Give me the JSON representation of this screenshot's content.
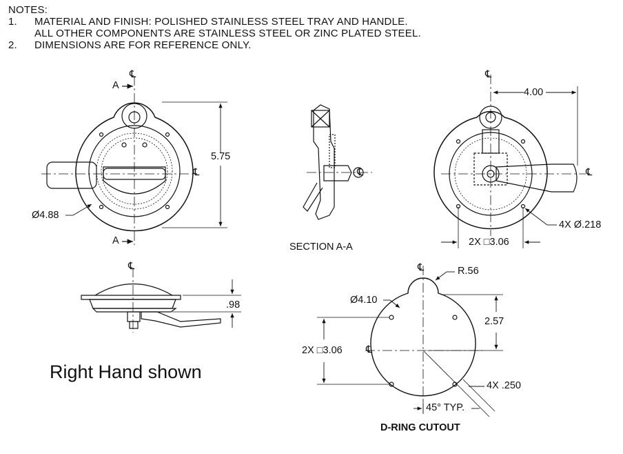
{
  "notes": {
    "header": "NOTES:",
    "items": [
      {
        "num": "1.",
        "lines": [
          "MATERIAL AND FINISH: POLISHED STAINLESS STEEL TRAY AND HANDLE.",
          "ALL OTHER COMPONENTS ARE STAINLESS STEEL OR ZINC PLATED STEEL."
        ]
      },
      {
        "num": "2.",
        "lines": [
          "DIMENSIONS ARE FOR REFERENCE ONLY."
        ]
      }
    ]
  },
  "views": {
    "front": {
      "section_marker": "A",
      "height": "5.75",
      "diameter": "Ø4.88",
      "centerline": "℄"
    },
    "section": {
      "label": "SECTION A-A",
      "centerline": "℄"
    },
    "rear": {
      "width": "4.00",
      "holes": "4X Ø.218",
      "square": "2X □3.06",
      "centerline": "℄"
    },
    "side": {
      "depth": ".98",
      "centerline": "℄"
    },
    "cutout": {
      "title": "D-RING CUTOUT",
      "radius": "R.56",
      "diameter": "Ø4.10",
      "offset": "2.57",
      "square": "2X □3.06",
      "holes": "4X .250",
      "angle": "45° TYP.",
      "centerline": "℄"
    }
  },
  "caption": "Right Hand shown"
}
